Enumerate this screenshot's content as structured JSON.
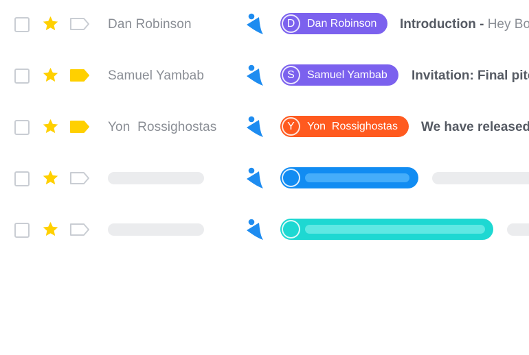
{
  "colors": {
    "star": "#ffd000",
    "tag_filled": "#ffd000",
    "tag_outline": "#c9cdd3",
    "app_icon": "#1e8cf0"
  },
  "icons": {
    "checkbox": "checkbox-icon",
    "star": "star-icon",
    "tag": "label-tag-icon",
    "app": "person-app-icon"
  },
  "rows": [
    {
      "sender": "Dan Robinson",
      "tag_filled": false,
      "chip": {
        "initial": "D",
        "name": "Dan Robinson",
        "color": "#7b61ee"
      },
      "subject": {
        "title": "Introduction - ",
        "snippet": "Hey Bob,"
      }
    },
    {
      "sender": "Samuel Yambab",
      "tag_filled": true,
      "chip": {
        "initial": "S",
        "name": "Samuel Yambab",
        "color": "#7b61ee"
      },
      "subject": {
        "title": "Invitation: Final pitch",
        "snippet": ""
      }
    },
    {
      "sender": "Yon  Rossighostas",
      "tag_filled": true,
      "chip": {
        "initial": "Y",
        "name": "Yon  Rossighostas",
        "color": "#ff5a1f"
      },
      "subject": {
        "title": "We have released a",
        "snippet": ""
      }
    },
    {
      "sender": "",
      "tag_filled": false,
      "placeholder": true,
      "chip": {
        "color": "#118cf2",
        "bar_color": "#45adfa"
      }
    },
    {
      "sender": "",
      "tag_filled": false,
      "placeholder": true,
      "chip": {
        "color": "#1ed8d2",
        "bar_color": "#5fe8e3"
      }
    }
  ]
}
